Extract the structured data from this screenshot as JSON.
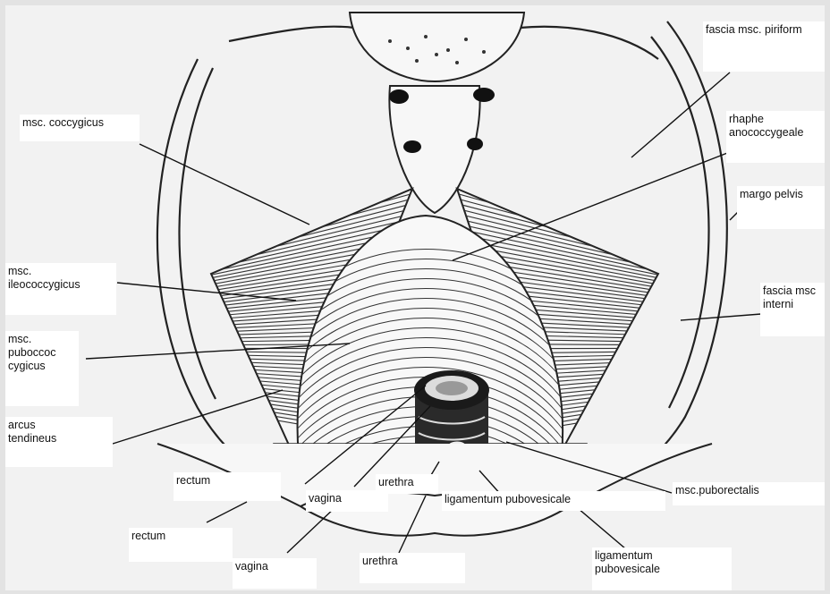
{
  "labels": {
    "fascia_piriform": [
      "fascia msc. piriform",
      ""
    ],
    "coccygicus": [
      "msc. coccygicus"
    ],
    "rhaphe": [
      "rhaphe",
      "anococcygeale"
    ],
    "margo_pelvis": [
      "margo pelvis"
    ],
    "ileococcygicus": [
      "msc.",
      "ileococcygicus"
    ],
    "fascia_interni": [
      "fascia msc",
      "interni"
    ],
    "pubococcygicus": [
      "msc.",
      "puboccoc",
      "cygicus"
    ],
    "arcus": [
      "arcus",
      "tendineus"
    ],
    "rectum_1": [
      "rectum"
    ],
    "vagina_1": [
      "vagina"
    ],
    "urethra_1": [
      "urethra"
    ],
    "ligamentum_1": [
      "ligamentum pubovesicale"
    ],
    "puborectalis": [
      "msc.puborectalis"
    ],
    "rectum_2": [
      "rectum"
    ],
    "vagina_2": [
      "vagina"
    ],
    "urethra_2": [
      "urethra"
    ],
    "ligamentum_2": [
      "ligamentum",
      "pubovesicale"
    ]
  }
}
